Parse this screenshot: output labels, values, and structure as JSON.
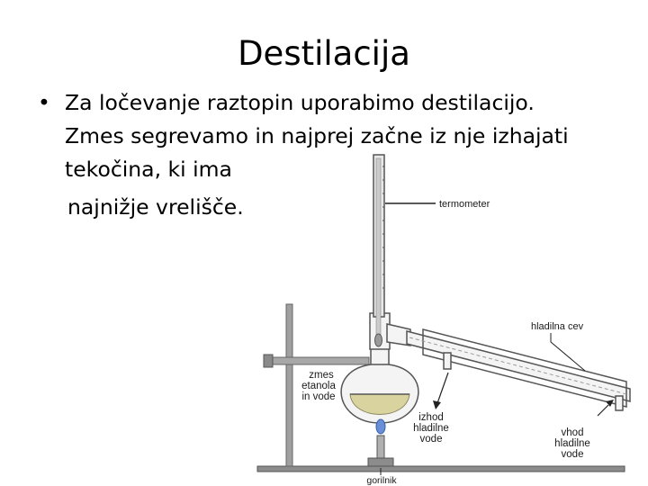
{
  "slide": {
    "title": "Destilacija",
    "bullet": "•",
    "lines": [
      "Za ločevanje raztopin uporabimo destilacijo.",
      "Zmes segrevamo in najprej začne iz nje izhajati",
      "tekočina, ki ima",
      "najnižje vrelišče."
    ]
  },
  "diagram": {
    "labels": {
      "termometer": "termometer",
      "hladilna_cev": "hladilna cev",
      "zmes_1": "zmes",
      "zmes_2": "etanola",
      "zmes_3": "in vode",
      "izhod_1": "izhod",
      "izhod_2": "hladilne",
      "izhod_3": "vode",
      "vhod_1": "vhod",
      "vhod_2": "hladilne",
      "vhod_3": "vode",
      "gorilnik": "gorilnik"
    },
    "colors": {
      "liquid": "#d9d3a0",
      "flame": "#6a8fd6",
      "metal": "#9a9a9a",
      "glass_line": "#555555"
    }
  }
}
